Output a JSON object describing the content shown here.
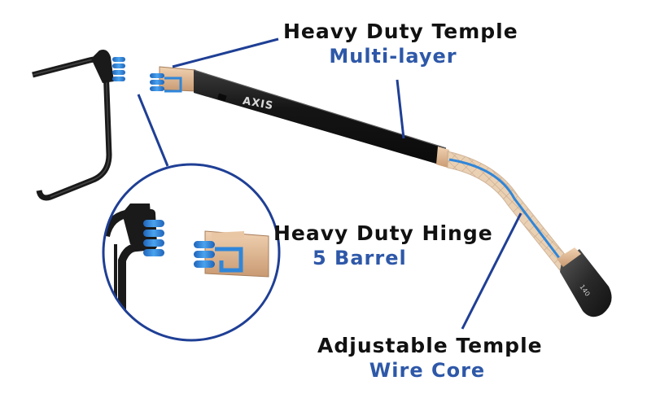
{
  "callouts": {
    "temple": {
      "title": "Heavy Duty Temple",
      "subtitle": "Multi-layer"
    },
    "hinge": {
      "title": "Heavy Duty Hinge",
      "subtitle": "5 Barrel"
    },
    "adjustable": {
      "title": "Adjustable Temple",
      "subtitle": "Wire Core"
    }
  },
  "temple_print": {
    "brand": "AXIS",
    "size": "140"
  },
  "colors": {
    "frame": "#1a1a1a",
    "hinge_barrel": "#2f86d9",
    "copper_layer": "#d8b08c",
    "leader_line": "#1f3f95",
    "subtitle_text": "#2e58a8",
    "label_text": "#111111"
  }
}
